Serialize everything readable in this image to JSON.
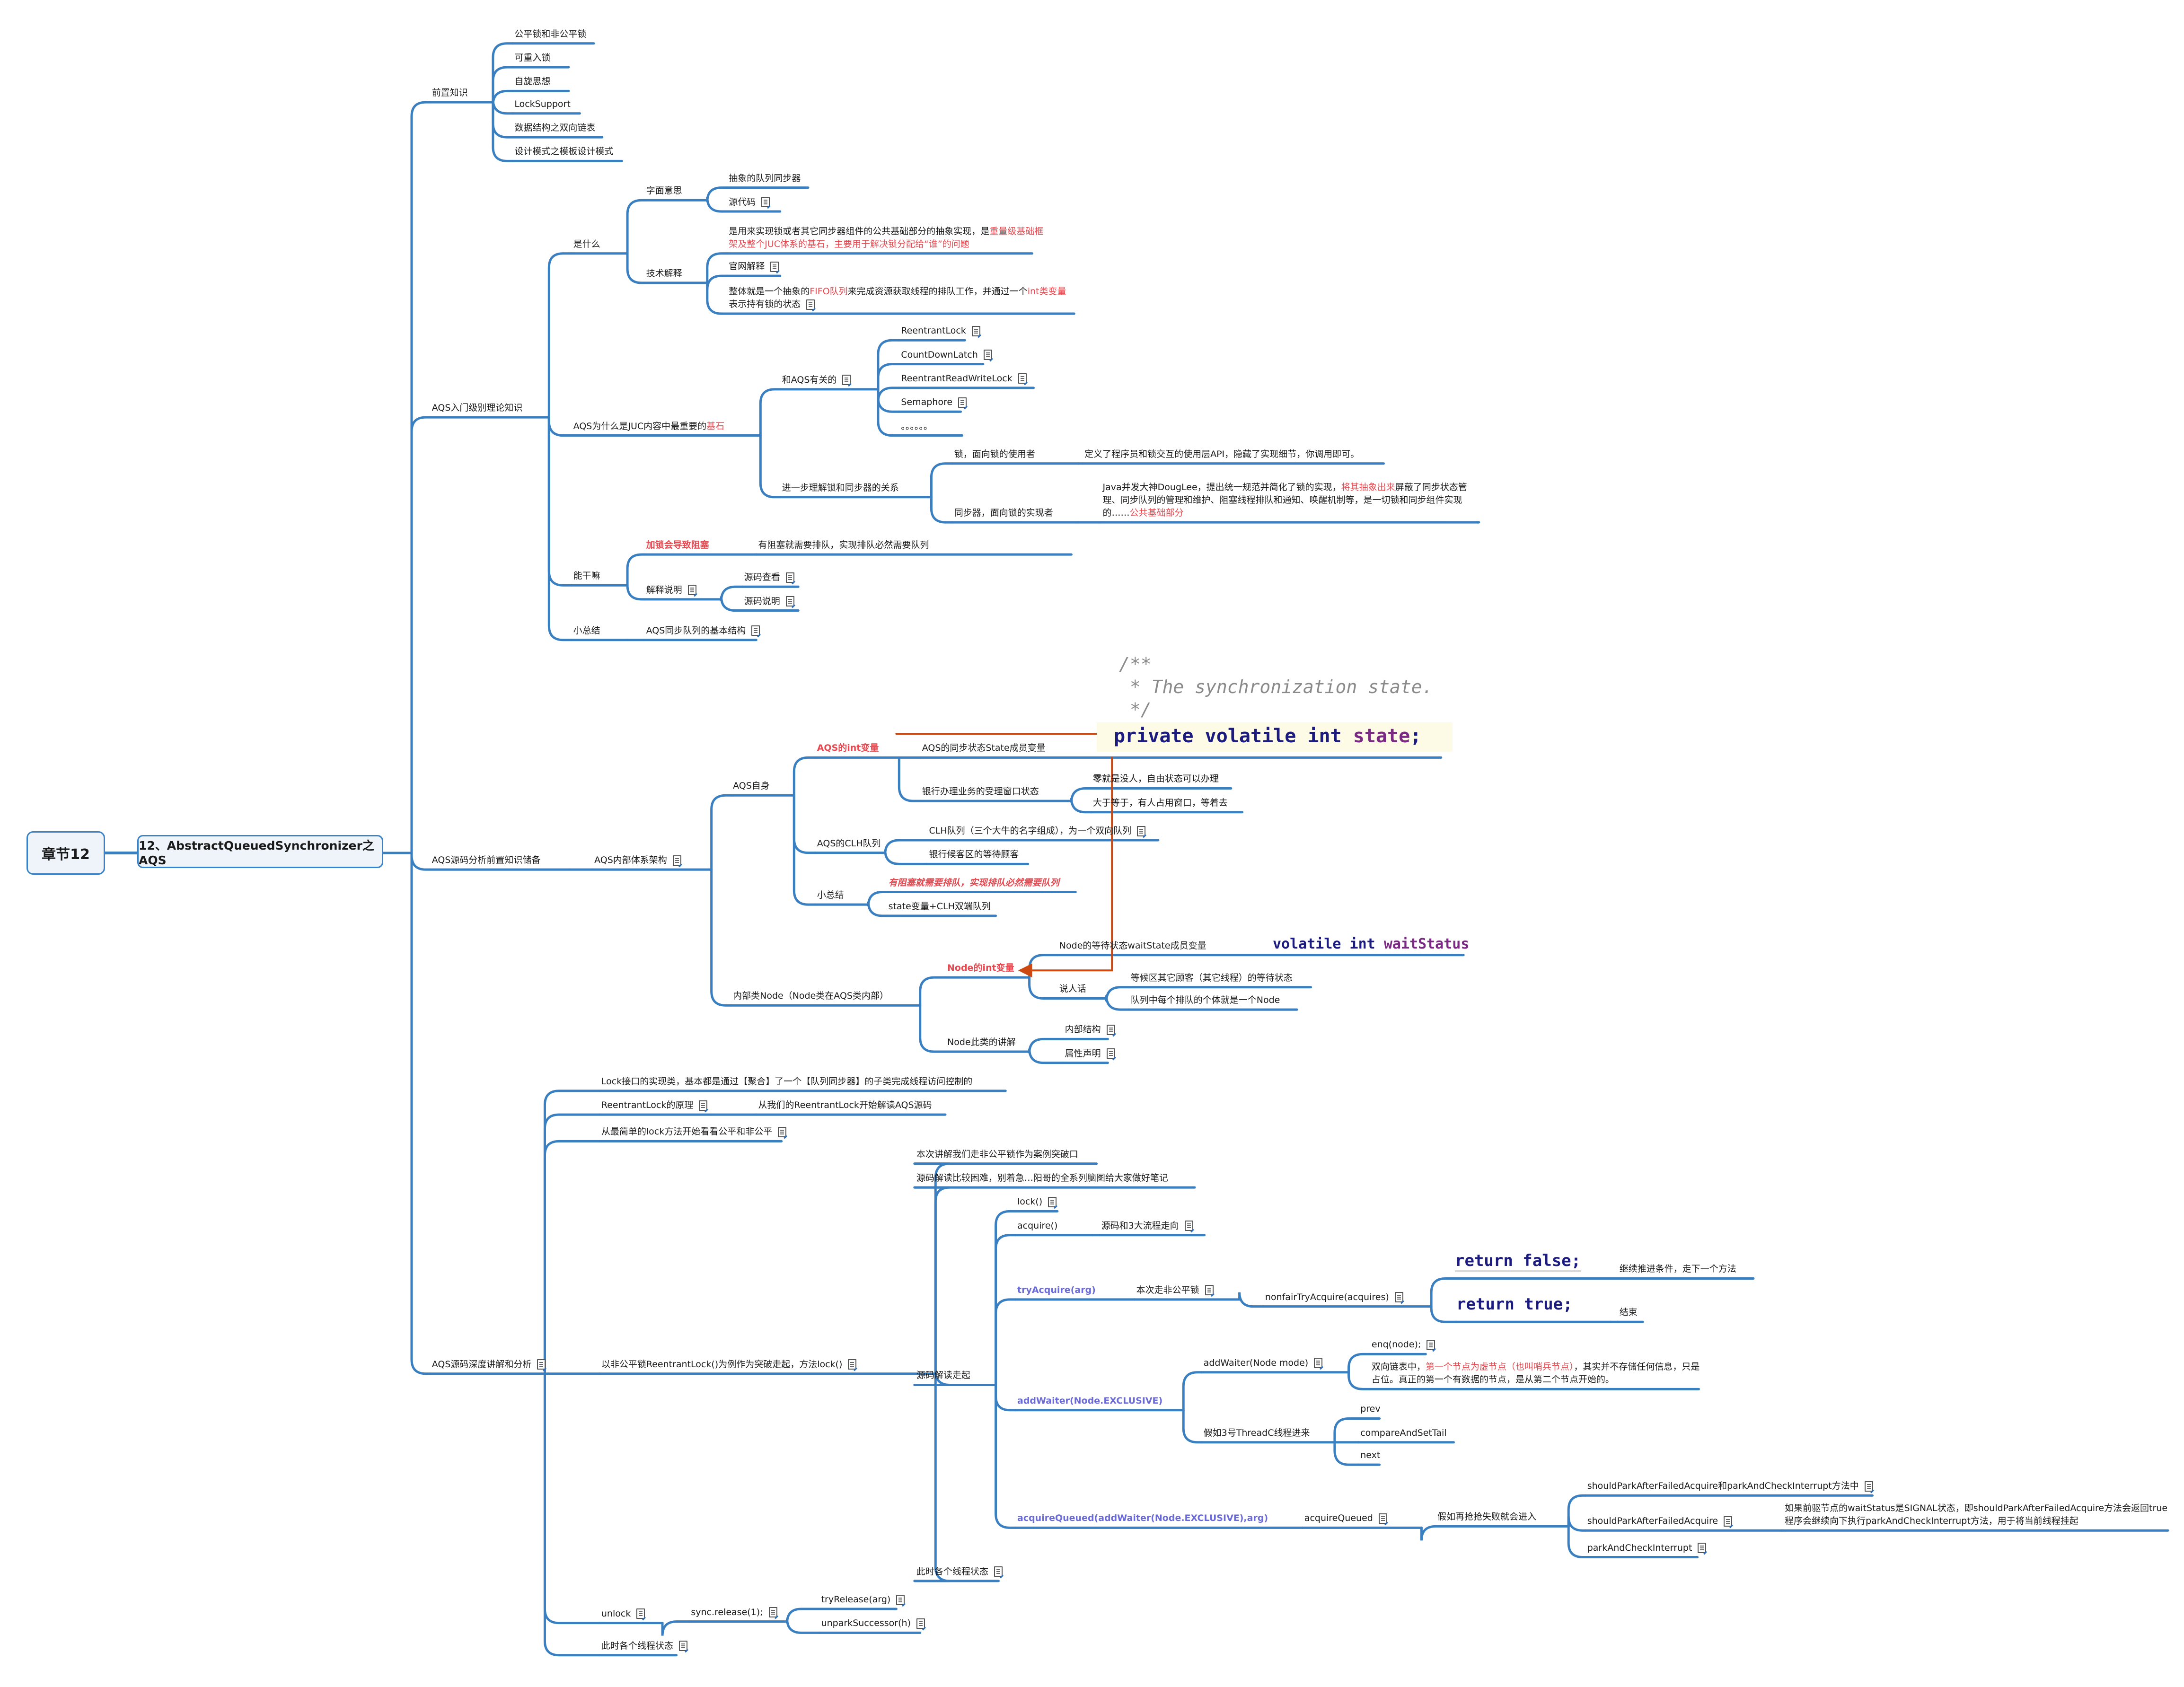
{
  "root": {
    "label": "章节12"
  },
  "main": {
    "label": "12、AbstractQueuedSynchronizer之AQS"
  },
  "prereq": {
    "label": "前置知识",
    "items": [
      "公平锁和非公平锁",
      "可重入锁",
      "自旋思想",
      "LockSupport",
      "数据结构之双向链表",
      "设计模式之模板设计模式"
    ]
  },
  "intro": {
    "label": "AQS入门级别理论知识",
    "what": {
      "label": "是什么",
      "literal": {
        "label": "字面意思",
        "items": [
          "抽象的队列同步器",
          "源代码"
        ]
      },
      "tech": {
        "label": "技术解释",
        "desc1_a": "是用来实现锁或者其它同步器组件的公共基础部分的抽象实现，是",
        "desc1_b": "重量级基础框架及整个JUC体系的基石，主要用于解决锁分配给“谁”的问题",
        "official": "官网解释",
        "desc2_a": "整体就是一个抽象的",
        "desc2_b": "FIFO队列",
        "desc2_c": "来完成资源获取线程的排队工作，并通过一个",
        "desc2_d": "int类变量",
        "desc2_e": "表示持有锁的状态"
      }
    },
    "why": {
      "label_a": "AQS为什么是JUC内容中最重要的",
      "label_b": "基石",
      "related": {
        "label": "和AQS有关的",
        "items": [
          "ReentrantLock",
          "CountDownLatch",
          "ReentrantReadWriteLock",
          "Semaphore",
          "。。。。。。"
        ]
      },
      "relation": {
        "label": "进一步理解锁和同步器的关系",
        "lock": {
          "label": "锁，面向锁的使用者",
          "desc": "定义了程序员和锁交互的使用层API，隐藏了实现细节，你调用即可。"
        },
        "sync": {
          "label": "同步器，面向锁的实现者",
          "desc_a": "Java并发大神DougLee，提出统一规范并简化了锁的实现，",
          "desc_b": "将其抽象出来",
          "desc_c": "屏蔽了同步状态管理、同步队列的管理和维护、阻塞线程排队和通知、唤醒机制等，是一切锁和同步组件实现的……",
          "desc_d": "公共基础部分"
        }
      }
    },
    "can": {
      "label": "能干嘛",
      "block": {
        "label": "加锁会导致阻塞",
        "desc": "有阻塞就需要排队，实现排队必然需要队列"
      },
      "explain": {
        "label": "解释说明",
        "items": [
          "源码查看",
          "源码说明"
        ]
      }
    },
    "summary": {
      "label": "小总结",
      "item": "AQS同步队列的基本结构"
    }
  },
  "prep": {
    "label": "AQS源码分析前置知识储备",
    "arch": {
      "label": "AQS内部体系架构",
      "self": {
        "label": "AQS自身",
        "intvar": "AQS的int变量",
        "state": "AQS的同步状态State成员变量",
        "bank": "银行办理业务的受理窗口状态",
        "bank_items": [
          "零就是没人，自由状态可以办理",
          "大于等于，有人占用窗口，等着去"
        ],
        "clh": "AQS的CLH队列",
        "clh_items": [
          "CLH队列（三个大牛的名字组成），为一个双向队列",
          "银行候客区的等待顾客"
        ],
        "summary": "小总结",
        "summary_items": [
          "有阻塞就需要排队，实现排队必然需要队列",
          "state变量+CLH双端队列"
        ]
      },
      "node": {
        "label": "内部类Node（Node类在AQS类内部）",
        "intvar": "Node的int变量",
        "wait": "Node的等待状态waitState成员变量",
        "human": "说人话",
        "human_items": [
          "等候区其它顾客（其它线程）的等待状态",
          "队列中每个排队的个体就是一个Node"
        ],
        "explain": "Node此类的讲解",
        "explain_items": [
          "内部结构",
          "属性声明"
        ]
      }
    },
    "code_state": {
      "comment": [
        "/**",
        " * The synchronization state.",
        " */"
      ],
      "kw": "private volatile int ",
      "var": "state",
      "end": ";"
    },
    "code_wait": {
      "kw": "volatile int ",
      "var": "waitStatus"
    }
  },
  "deep": {
    "label": "AQS源码深度讲解和分析",
    "lockimpl": "Lock接口的实现类，基本都是通过【聚合】了一个【队列同步器】的子类完成线程访问控制的",
    "principle": {
      "label": "ReentrantLock的原理",
      "desc": "从我们的ReentrantLock开始解读AQS源码"
    },
    "simple": "从最简单的lock方法开始看看公平和非公平",
    "nonfair": {
      "label": "以非公平锁ReentrantLock()为例作为突破走起，方法lock()",
      "case": "本次讲解我们走非公平锁作为案例突破口",
      "hard": "源码解读比较困难，别着急…阳哥的全系列脑图给大家做好笔记",
      "read": {
        "label": "源码解读走起",
        "lock": "lock()",
        "acquire": "acquire()",
        "acquire_desc": "源码和3大流程走向",
        "try": {
          "label": "tryAcquire(arg)",
          "nonfair": "本次走非公平锁",
          "nfta": "nonfairTryAcquire(acquires)",
          "ret_false": "return false;",
          "ret_false_desc": "继续推进条件，走下一个方法",
          "ret_true": "return true;",
          "ret_true_desc": "结束"
        },
        "add": {
          "label": "addWaiter(Node.EXCLUSIVE)",
          "mode": "addWaiter(Node mode)",
          "enq": "enq(node);",
          "enq_desc_a": "双向链表中，",
          "enq_desc_b": "第一个节点为虚节点（也叫哨兵节点）",
          "enq_desc_c": "，其实并不存储任何信息，只是占位。真正的第一个有数据的节点，是从第二个节点开始的。",
          "threadc": "假如3号ThreadC线程进来",
          "threadc_items": [
            "prev",
            "compareAndSetTail",
            "next"
          ]
        },
        "queued": {
          "label": "acquireQueued(addWaiter(Node.EXCLUSIVE),arg)",
          "name": "acquireQueued",
          "fail": "假如再抢抢失败就会进入",
          "items": [
            "shouldParkAfterFailedAcquire和parkAndCheckInterrupt方法中",
            "shouldParkAfterFailedAcquire",
            "parkAndCheckInterrupt"
          ],
          "spafa_desc": "如果前驱节点的waitStatus是SIGNAL状态，即shouldParkAfterFailedAcquire方法会返回true程序会继续向下执行parkAndCheckInterrupt方法，用于将当前线程挂起"
        }
      },
      "state_now": "此时各个线程状态"
    },
    "unlock": {
      "label": "unlock",
      "release": "sync.release(1);",
      "items": [
        "tryRelease(arg)",
        "unparkSuccessor(h)"
      ]
    },
    "state_now": "此时各个线程状态"
  },
  "colors": {
    "branch": "#3a7fc0",
    "accent_red": "#e8484f",
    "arrow": "#cc4a12",
    "method_purple": "#6b6bd8"
  }
}
